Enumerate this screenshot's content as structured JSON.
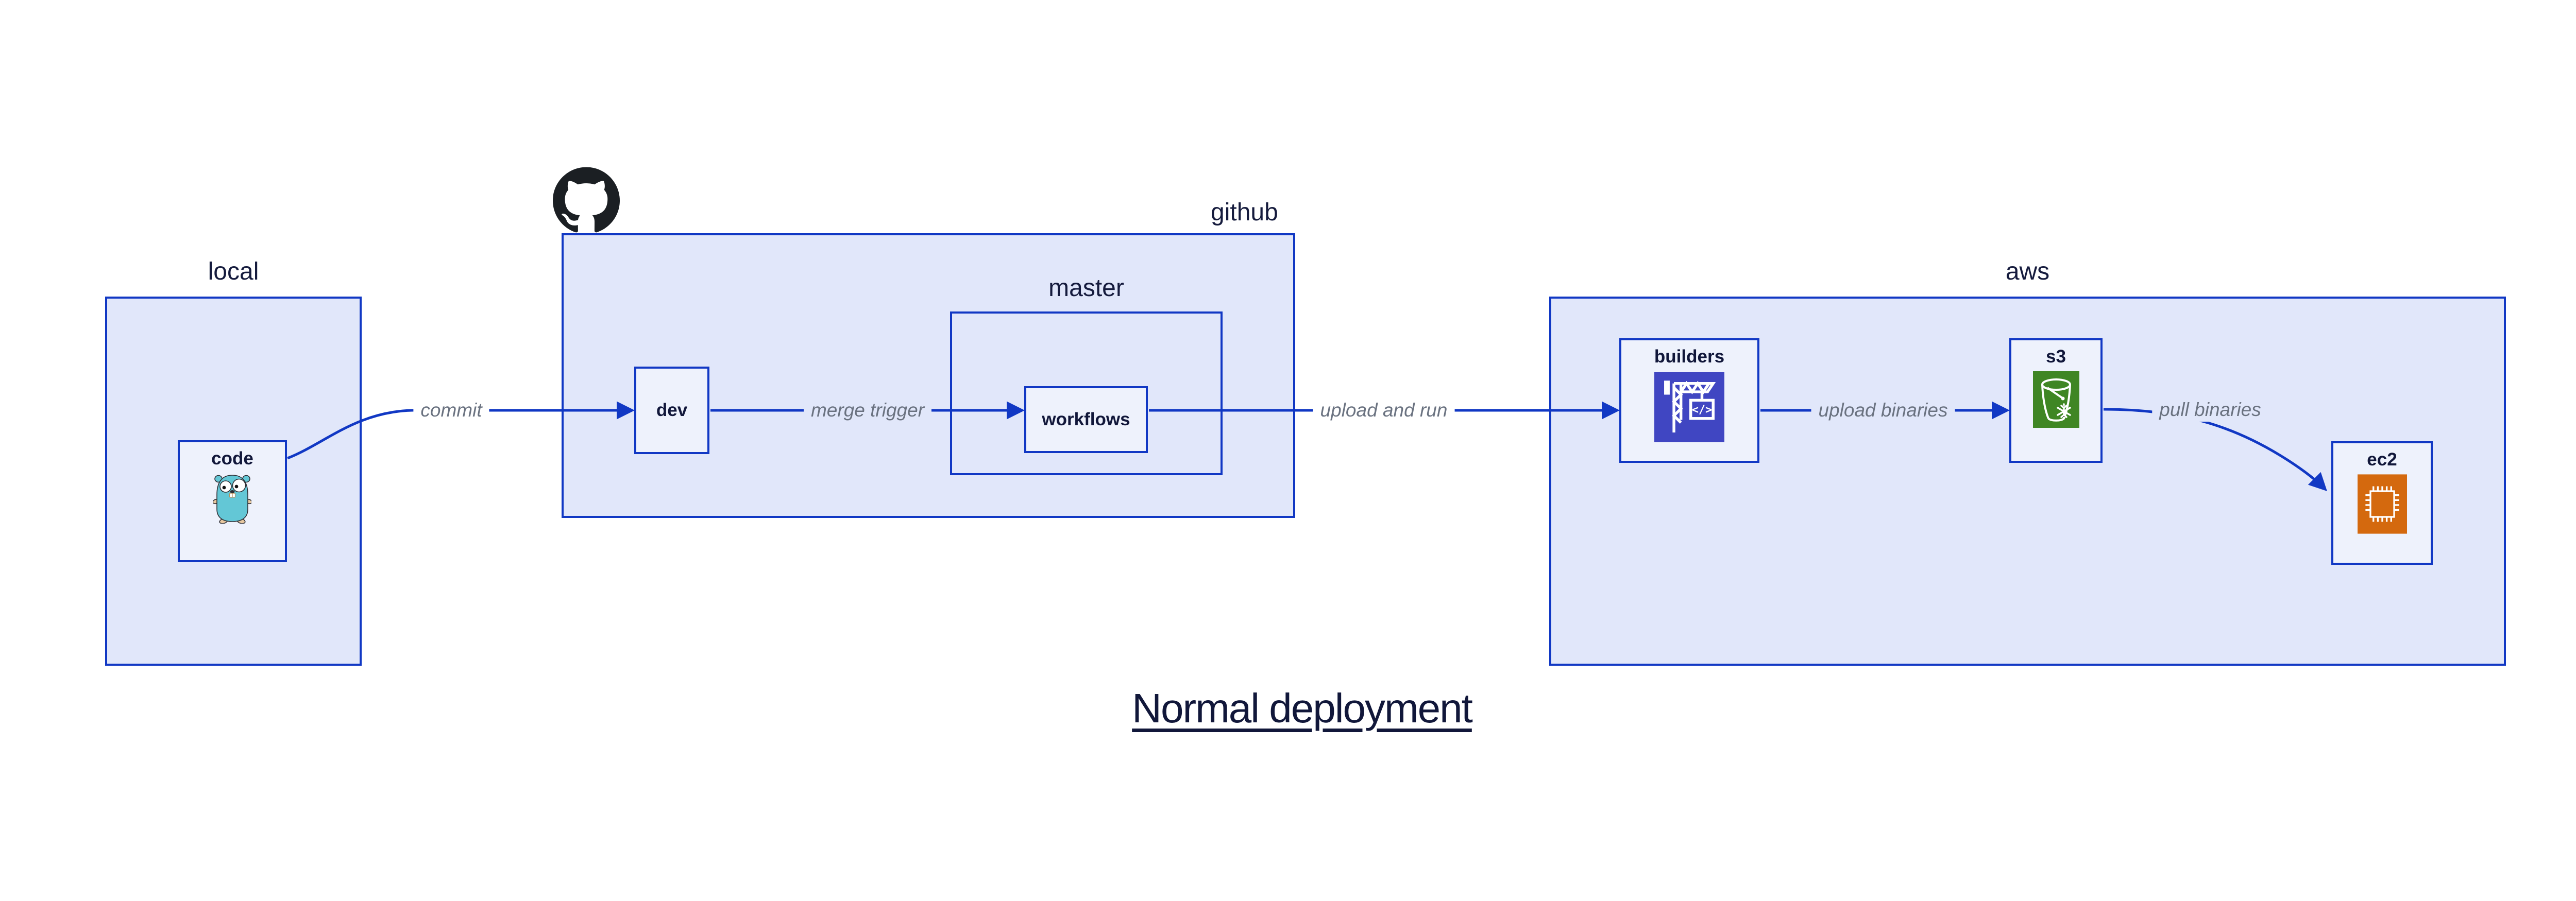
{
  "diagram": {
    "title": "Normal deployment",
    "containers": {
      "local": {
        "label": "local"
      },
      "github": {
        "label": "github"
      },
      "master": {
        "label": "master"
      },
      "aws": {
        "label": "aws"
      }
    },
    "nodes": {
      "code": {
        "label": "code",
        "icon": "go-gopher-icon"
      },
      "dev": {
        "label": "dev"
      },
      "workflows": {
        "label": "workflows"
      },
      "builders": {
        "label": "builders",
        "icon": "codebuild-crane-icon"
      },
      "s3": {
        "label": "s3",
        "icon": "s3-glacier-bucket-icon"
      },
      "ec2": {
        "label": "ec2",
        "icon": "ec2-chip-icon"
      }
    },
    "edges": [
      {
        "from": "code",
        "to": "dev",
        "label": "commit"
      },
      {
        "from": "dev",
        "to": "workflows",
        "label": "merge trigger"
      },
      {
        "from": "workflows",
        "to": "builders",
        "label": "upload and run"
      },
      {
        "from": "builders",
        "to": "s3",
        "label": "upload binaries"
      },
      {
        "from": "s3",
        "to": "ec2",
        "label": "pull binaries"
      }
    ],
    "logo": "github-octocat-icon",
    "colors": {
      "edge_blue": "#1138c4",
      "container_fill": "#e1e7fa",
      "node_fill": "#eef2fc",
      "dark_text": "#11173a",
      "edge_label_gray": "#6a7280",
      "codebuild_indigo": "#4046c2",
      "s3_green": "#3f8624",
      "ec2_orange": "#d4690e",
      "github_black": "#1b1f23",
      "gopher_teal": "#63c7d6"
    }
  }
}
